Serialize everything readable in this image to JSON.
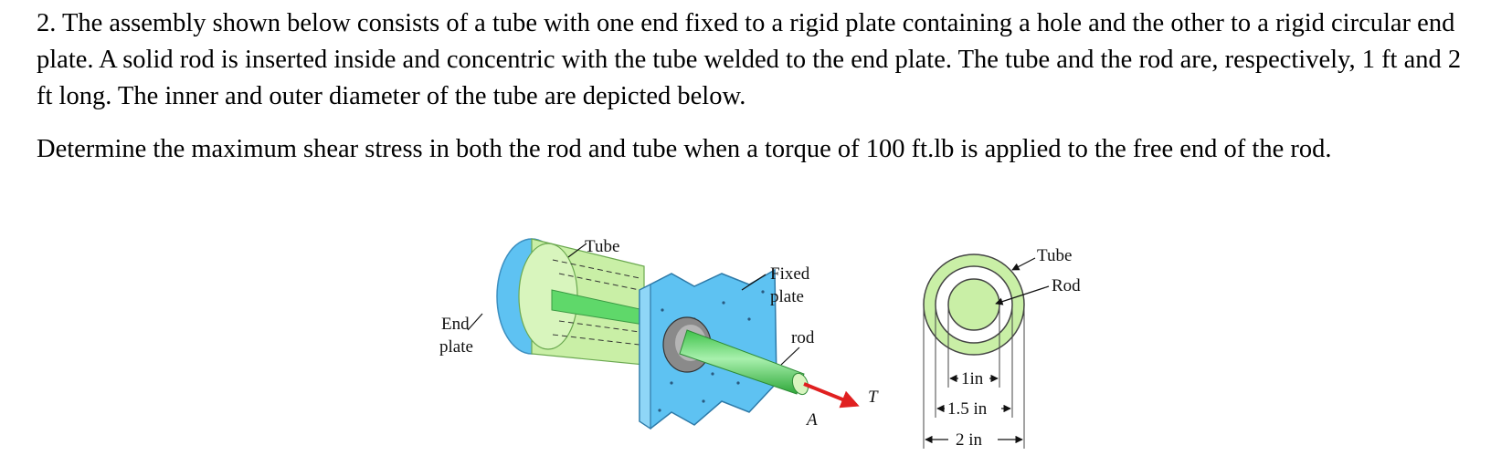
{
  "problem": {
    "statement": "2. The assembly shown below consists of a tube with one end fixed to a rigid plate containing a hole and the other to a rigid circular end plate. A solid rod is inserted inside and concentric with the tube welded to the end plate. The tube and the rod are, respectively, 1 ft and 2 ft long. The inner and outer diameter of the tube are depicted below.",
    "question": "Determine the maximum shear stress in both the rod and tube when a torque of 100 ft.lb is applied to the free end of the rod."
  },
  "figure": {
    "labels": {
      "tube": "Tube",
      "fixed": "Fixed",
      "plate": "plate",
      "rod": "rod",
      "end": "End",
      "end_plate": "plate",
      "torque": "T",
      "point": "A"
    },
    "section": {
      "tube": "Tube",
      "rod": "Rod",
      "dim_inner": "1in",
      "dim_mid": "1.5 in",
      "dim_outer": "2 in"
    },
    "colors": {
      "plate": "#5ec2f2",
      "tube": "#c9efa6",
      "rod": "#5fd86a",
      "torque_arrow": "#e02020"
    }
  }
}
